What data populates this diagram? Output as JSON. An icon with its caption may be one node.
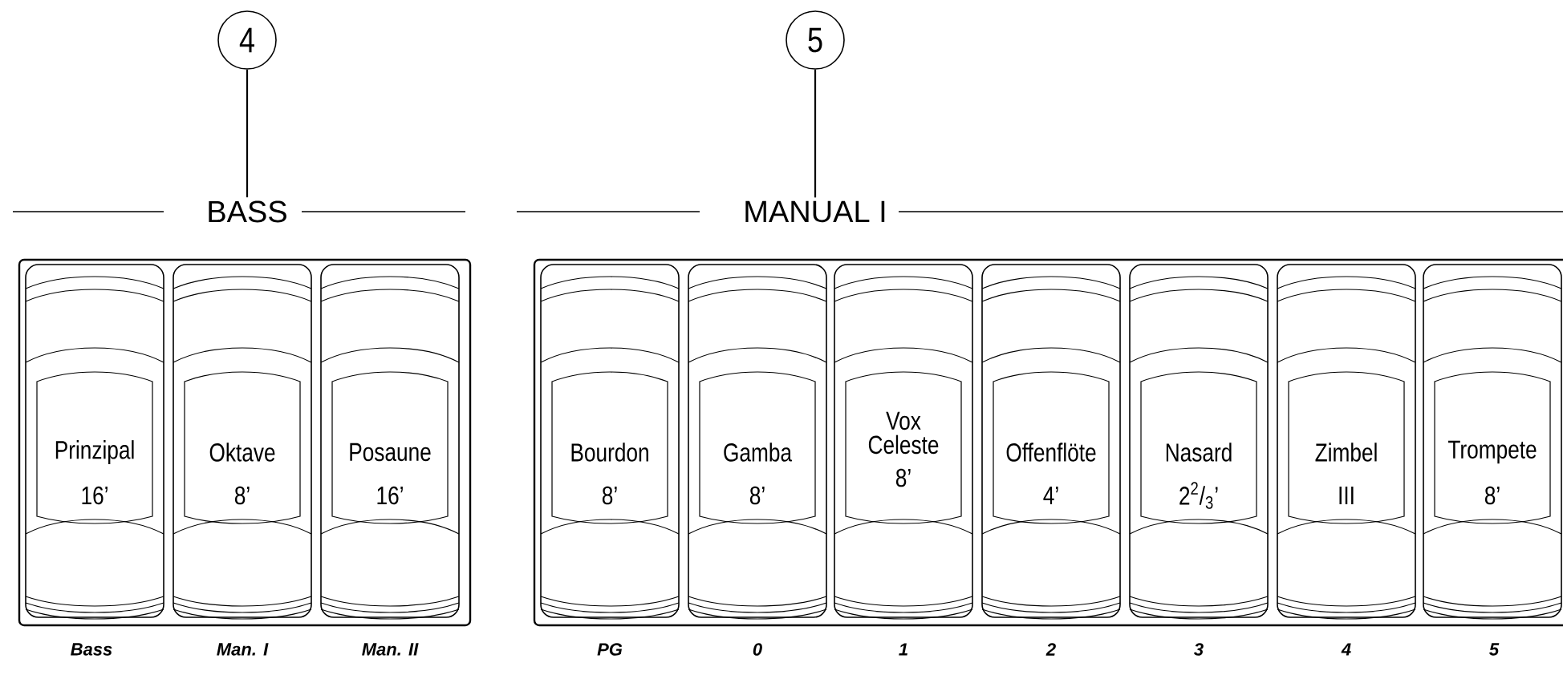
{
  "diagram": {
    "nodes": [
      {
        "text": [
          "4"
        ]
      },
      {
        "text": [
          "BASS"
        ]
      },
      {
        "text": [
          "5"
        ]
      },
      {
        "text": [
          "MANUAL I"
        ]
      },
      {
        "text": [
          "Prinzipal",
          "16’"
        ]
      },
      {
        "text": [
          "Oktave",
          "8’"
        ]
      },
      {
        "text": [
          "Posaune",
          "16’"
        ]
      },
      {
        "text": [
          "Bourdon",
          "8’"
        ]
      },
      {
        "text": [
          "Gamba",
          "8’"
        ]
      },
      {
        "text": [
          "Vox Celeste",
          "8’"
        ]
      },
      {
        "text": [
          "Offenflöte",
          "4’"
        ]
      },
      {
        "text": [
          "Nasard",
          "2$^{2}$/$_{3}$’"
        ]
      },
      {
        "text": [
          "Zimbel",
          "III"
        ]
      },
      {
        "text": [
          "Trompete",
          "8’"
        ]
      }
    ],
    "edges": [
      {
        "from": 0,
        "to": 1,
        "arrow": "none"
      },
      {
        "from": 2,
        "to": 3,
        "arrow": "none"
      }
    ],
    "labels": [
      "Bass",
      "Man. I",
      "Man. II",
      "PG",
      "0",
      "1",
      "2",
      "3",
      "4",
      "5"
    ]
  }
}
